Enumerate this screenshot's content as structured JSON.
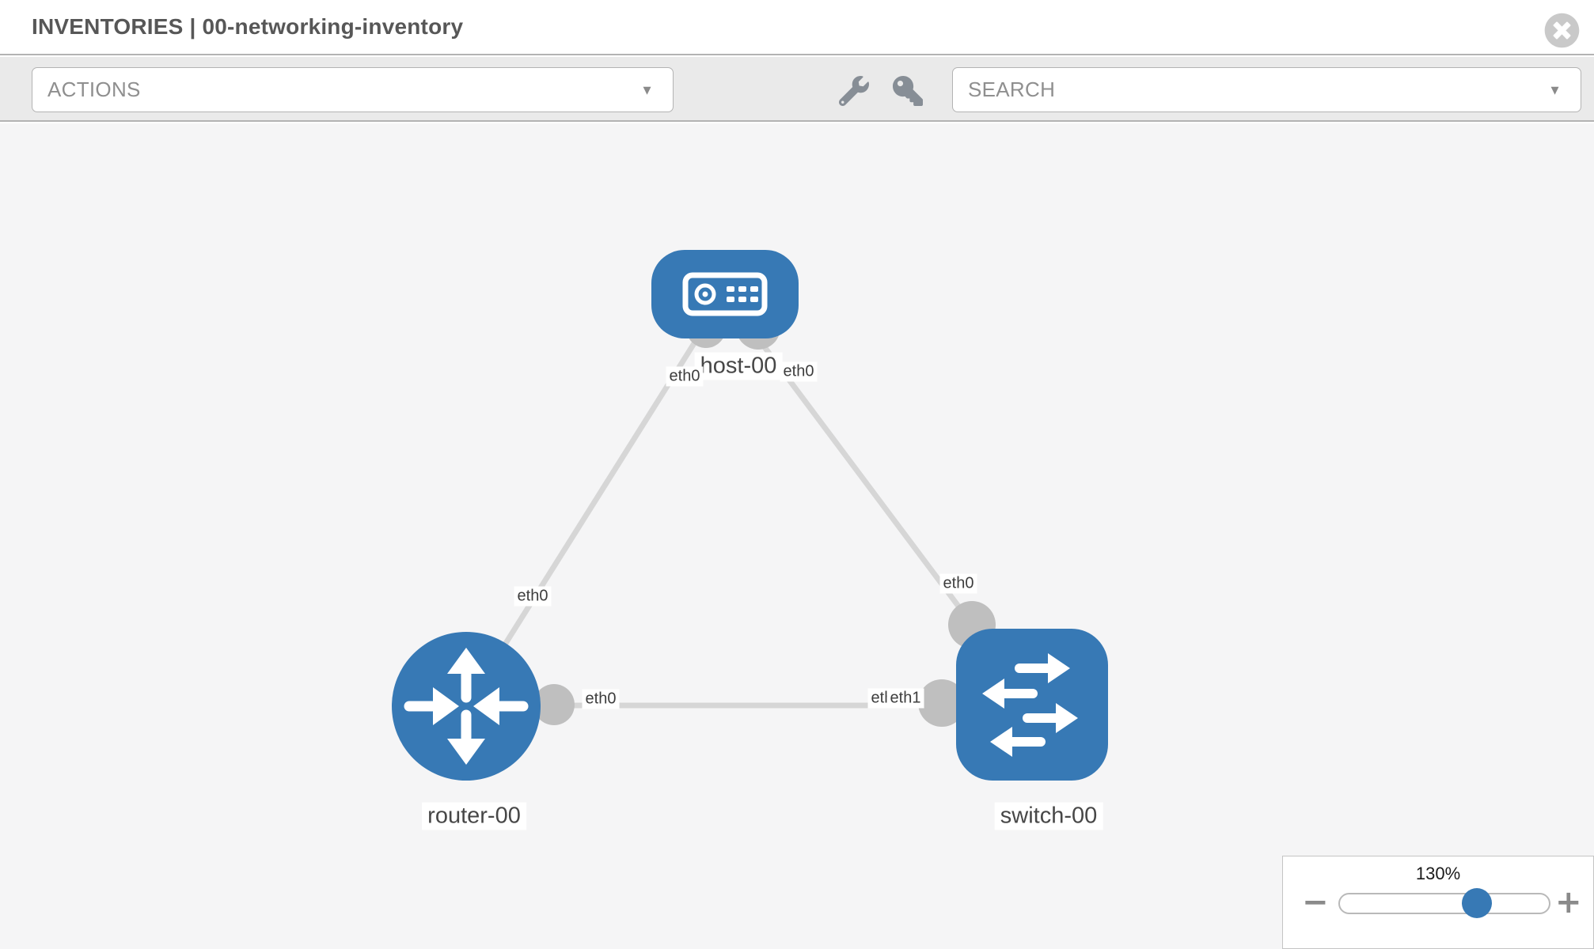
{
  "header": {
    "title": "INVENTORIES | 00-networking-inventory",
    "close_icon": "times-circle-icon"
  },
  "toolbar": {
    "actions_select": {
      "value": "ACTIONS",
      "caret": "▼"
    },
    "search_select": {
      "value": "SEARCH",
      "caret": "▼"
    },
    "icons": [
      {
        "name": "wrench-icon"
      },
      {
        "name": "key-icon"
      }
    ]
  },
  "zoom_control": {
    "level": "130%",
    "minus_label": "−",
    "plus_label": "+"
  },
  "colors": {
    "node_fill": "#3779b5",
    "link": "#d6d6d6",
    "connector": "#bfbfbf",
    "canvas_bg": "#f5f5f6",
    "toolbar_bg": "#eaeaea",
    "slider_thumb": "#3779b5"
  },
  "topology": {
    "nodes": [
      {
        "id": "host-00",
        "type": "host",
        "label": "host-00"
      },
      {
        "id": "router-00",
        "type": "router",
        "label": "router-00"
      },
      {
        "id": "switch-00",
        "type": "switch",
        "label": "switch-00"
      }
    ],
    "links": [
      {
        "source": "router-00",
        "source_interface": "eth0",
        "target": "host-00",
        "target_interface": "eth0"
      },
      {
        "source": "host-00",
        "source_interface": "eth0",
        "target": "switch-00",
        "target_interface": "eth0"
      },
      {
        "source": "router-00",
        "source_interface": "eth0",
        "target": "switch-00",
        "target_interface": "eth1"
      }
    ],
    "interface_labels": [
      {
        "text": "eth0",
        "link": "router-00 – host-00",
        "end": "router-00"
      },
      {
        "text": "eth0",
        "link": "router-00 – host-00",
        "end": "host-00"
      },
      {
        "text": "eth0",
        "link": "host-00 – switch-00",
        "end": "host-00"
      },
      {
        "text": "eth0",
        "link": "host-00 – switch-00",
        "end": "switch-00"
      },
      {
        "text": "eth0",
        "link": "router-00 – switch-00",
        "end": "router-00"
      },
      {
        "text": "eth0",
        "link": "router-00 – switch-00",
        "end": "switch-00 (partially hidden behind eth1)"
      },
      {
        "text": "eth1",
        "link": "router-00 – switch-00",
        "end": "switch-00"
      }
    ]
  }
}
